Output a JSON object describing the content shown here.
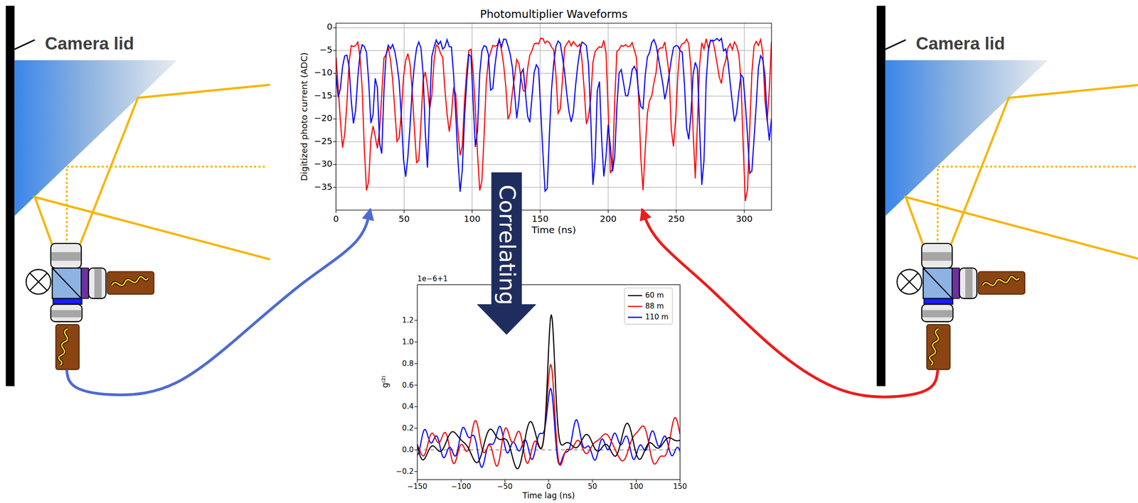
{
  "diagram": {
    "nodes": [
      {
        "text": [
          "Camera lid"
        ]
      },
      {
        "text": [
          "Photomultiplier Waveforms"
        ]
      },
      {
        "text": [
          "Correlating"
        ]
      },
      {
        "text": [
          "Camera lid"
        ]
      }
    ],
    "edges": [
      {
        "from": 0,
        "to": 1,
        "arrow": "to"
      },
      {
        "from": 3,
        "to": 1,
        "arrow": "to"
      }
    ],
    "labels": [
      "0",
      "−5",
      "−10",
      "−15",
      "−20",
      "−25",
      "−30",
      "−35",
      "0",
      "50",
      "100",
      "150",
      "200",
      "250",
      "300",
      "Time (ns)",
      "Digitized photo current (ADC)",
      "1e−6+1",
      "1.2",
      "1.0",
      "0.8",
      "0.6",
      "0.4",
      "0.2",
      "0.0",
      "−0.2",
      "−150",
      "−100",
      "−50",
      "0",
      "50",
      "100",
      "150",
      "Time lag (ns)",
      "g⁽²⁾"
    ],
    "legend": [
      {
        "text": "60 m"
      },
      {
        "text": "88 m"
      },
      {
        "text": "110 m"
      }
    ]
  }
}
